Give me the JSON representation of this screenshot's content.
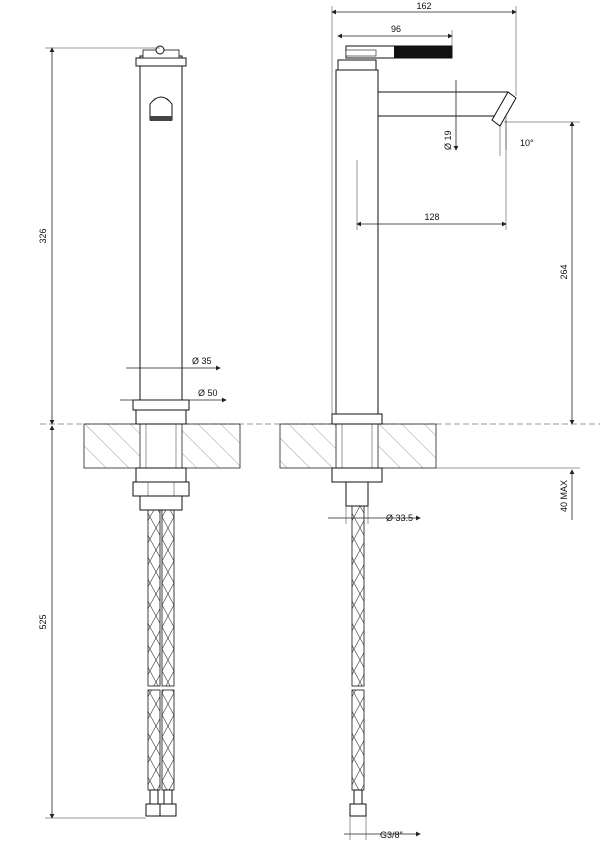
{
  "drawing": {
    "front_view": {
      "total_height": "326",
      "below_counter": "525",
      "body_diameter": "Ø 35",
      "base_diameter": "Ø 50"
    },
    "side_view": {
      "overall_width": "162",
      "handle_length": "96",
      "spout_diameter": "Ø 19",
      "spout_angle": "10°",
      "spout_reach": "128",
      "outlet_height": "264",
      "max_counter_thickness": "40 MAX",
      "shank_diameter": "Ø 33.5",
      "connection_thread": "G3/8\""
    }
  }
}
